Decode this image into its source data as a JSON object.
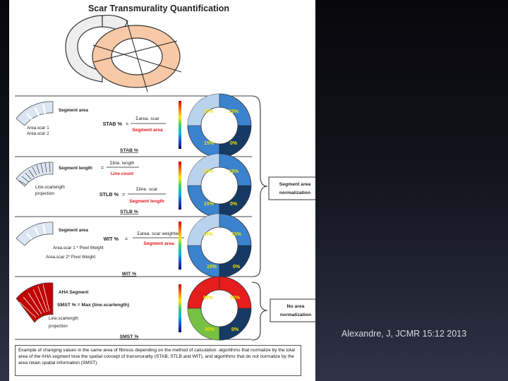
{
  "figure": {
    "title": "Scar Transmurality Quantification",
    "panels": [
      {
        "id": "stab",
        "left_label": "Segment area",
        "area_labels": [
          "Area.scar 1",
          "Area.scar 2"
        ],
        "formula_name": "STAB %",
        "numerator": "Σarea. scar",
        "denominator": "Segment area",
        "bottom_label": "STAB %",
        "donut_values": [
          "15%",
          "15%",
          "15%",
          "0%"
        ]
      },
      {
        "id": "stlb",
        "left_label": "Segment length",
        "aux_numerator": "Σline. length",
        "aux_denominator": "Line count",
        "projection_label": "Line.scarlength projection",
        "formula_name": "STLB %",
        "numerator": "Σline. scar",
        "denominator": "Segment length",
        "bottom_label": "STLB %",
        "donut_values": [
          "15%",
          "15%",
          "15%",
          "0%"
        ]
      },
      {
        "id": "wit",
        "left_label": "Segment area",
        "area_labels": [
          "Area.scar 1 * Pixel Weight",
          "Area.scar 2* Pixel Weight"
        ],
        "formula_name": "WIT %",
        "numerator": "Σarea. scar weighted",
        "denominator": "Segment area",
        "bottom_label": "WIT %",
        "donut_values": [
          "15%",
          "15%",
          "15%",
          "0%"
        ]
      },
      {
        "id": "smst",
        "left_label": "AHA Segment",
        "formula_text": "SMST % = Max (line.scarlength)",
        "projection_label": "Line.scarlength projection",
        "bottom_label": "SMST %",
        "donut_values": [
          "95%",
          "90%",
          "30%",
          "0%"
        ]
      }
    ],
    "right_labels": {
      "normalization": "Segment area normalization",
      "no_normalization": "No area normalization"
    },
    "caption": "Example of changing values in the same area of fibrosis depending on the method of calculation: algorithms that normalize by the total area of the AHA segment lose the spatial concept of transmurality (STAB, STLB and WIT), and algorithms that do not normalize by the area retain spatial information (SMST).",
    "colors": {
      "donut_blue": "#3b83cf",
      "donut_light": "#b9d3ee",
      "donut_navy": "#163a64",
      "donut_red": "#e51d1d",
      "donut_green": "#76c043",
      "label_yellow": "#f3e200",
      "scar_red": "#c00000",
      "myocardium": "#f8c9a6"
    }
  },
  "citation": "Alexandre, J, JCMR 15:12 2013"
}
